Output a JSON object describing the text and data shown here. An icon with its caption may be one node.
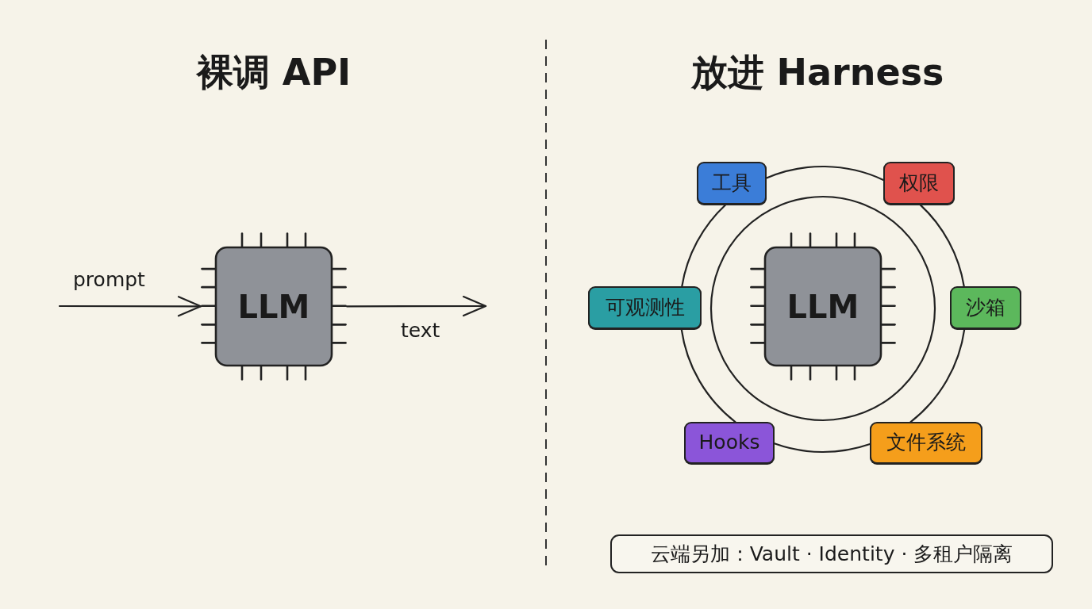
{
  "diagram": {
    "nodes": [
      {
        "text": [
          "LLM"
        ]
      },
      {
        "text": [
          "LLM"
        ]
      },
      {
        "text": [
          "工具"
        ]
      },
      {
        "text": [
          "权限"
        ]
      },
      {
        "text": [
          "可观测性"
        ]
      },
      {
        "text": [
          "沙箱"
        ]
      },
      {
        "text": [
          "Hooks"
        ]
      },
      {
        "text": [
          "文件系统"
        ]
      },
      {
        "text": [
          "云端另加：Vault · Identity · 多租户隔离"
        ]
      }
    ],
    "edges": [
      {
        "from": null,
        "to": 0,
        "arrow": "to",
        "label": "prompt"
      },
      {
        "from": 0,
        "to": null,
        "arrow": "to",
        "label": "text"
      },
      {
        "from": 2,
        "to": 3,
        "arrow": "none"
      },
      {
        "from": 3,
        "to": 5,
        "arrow": "none"
      },
      {
        "from": 5,
        "to": 7,
        "arrow": "none"
      },
      {
        "from": 7,
        "to": 6,
        "arrow": "none"
      },
      {
        "from": 6,
        "to": 4,
        "arrow": "none"
      },
      {
        "from": 4,
        "to": 2,
        "arrow": "none"
      }
    ],
    "labels": [
      "裸调 API",
      "放进 Harness"
    ]
  }
}
